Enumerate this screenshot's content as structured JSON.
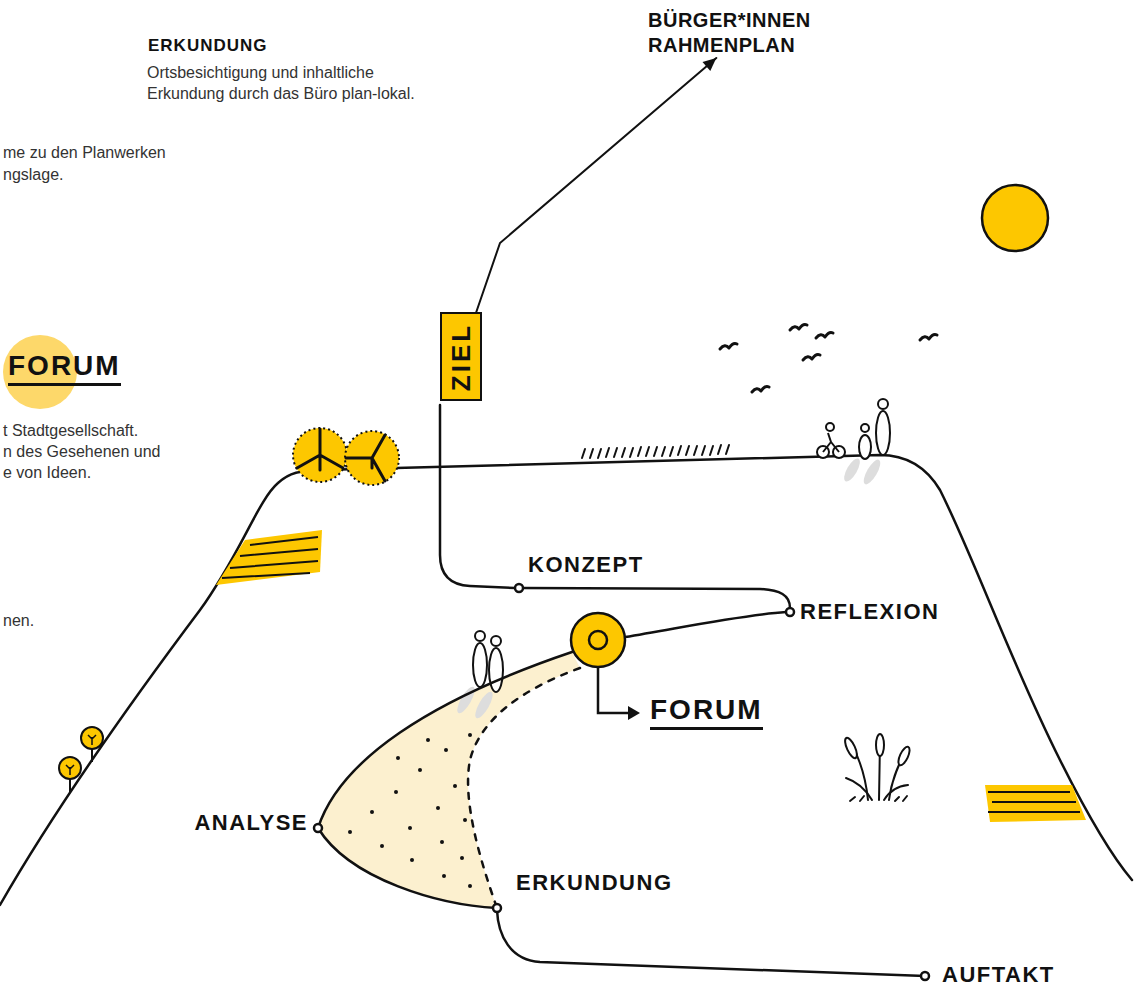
{
  "diagram": {
    "nodes": [
      {
        "text": [
          "ZIEL"
        ]
      },
      {
        "text": [
          "BÜRGER*INNEN RAHMENPLAN"
        ]
      }
    ],
    "edges": [
      {
        "from": 0,
        "to": 1,
        "arrow": "to"
      }
    ],
    "labels": [
      "ERKUNDUNG",
      "Ortsbesichtigung und inhaltliche Erkundung durch das Büro plan-lokal.",
      "me zu den Planwerken",
      "ngslage.",
      "FORUM",
      "t Stadtgesellschaft.",
      "n des Gesehenen und",
      "e von Ideen.",
      "nen.",
      "KONZEPT",
      "REFLEXION",
      "FORUM",
      "ANALYSE",
      "ERKUNDUNG",
      "AUFTAKT"
    ]
  }
}
